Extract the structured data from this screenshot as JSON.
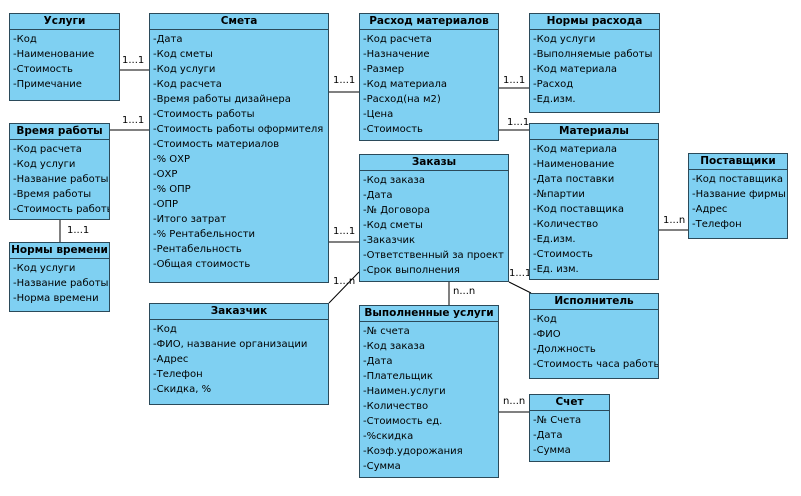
{
  "diagram": {
    "entities": {
      "uslugi": {
        "title": "Услуги",
        "attributes": [
          "-Код",
          "-Наименование",
          "-Стоимость",
          "-Примечание"
        ]
      },
      "smeta": {
        "title": "Смета",
        "attributes": [
          "-Дата",
          "-Код сметы",
          "-Код услуги",
          "-Код расчета",
          "-Время работы дизайнера",
          "-Стоимость работы",
          "-Стоимость работы оформителя",
          "-Стоимость материалов",
          "-% ОХР",
          "-ОХР",
          "-% ОПР",
          "-ОПР",
          "-Итого затрат",
          "-% Рентабельности",
          "-Рентабельность",
          "-Общая стоимость"
        ]
      },
      "rashod": {
        "title": "Расход материалов",
        "attributes": [
          "-Код расчета",
          "-Назначение",
          "-Размер",
          "-Код материала",
          "-Расход(на м2)",
          "-Цена",
          "-Стоимость"
        ]
      },
      "normy_rashoda": {
        "title": "Нормы расхода",
        "attributes": [
          "-Код услуги",
          "-Выполняемые работы",
          "-Код материала",
          "-Расход",
          "-Ед.изм."
        ]
      },
      "vremya_raboty": {
        "title": "Время работы",
        "attributes": [
          "-Код расчета",
          "-Код услуги",
          "-Название работы",
          "-Время работы",
          "-Стоимость работы"
        ]
      },
      "normy_vremeni": {
        "title": "Нормы времени",
        "attributes": [
          "-Код услуги",
          "-Название работы",
          "-Норма времени"
        ]
      },
      "zakazy": {
        "title": "Заказы",
        "attributes": [
          "-Код заказа",
          "-Дата",
          "-№ Договора",
          "-Код сметы",
          "-Заказчик",
          "-Ответственный за проект",
          "-Срок выполнения"
        ]
      },
      "materialy": {
        "title": "Материалы",
        "attributes": [
          "-Код материала",
          "-Наименование",
          "-Дата поставки",
          "-№партии",
          "-Код поставщика",
          "-Количество",
          "-Ед.изм.",
          "-Стоимость",
          "-Ед. изм."
        ]
      },
      "postavshchiki": {
        "title": "Поставщики",
        "attributes": [
          "-Код поставщика",
          "-Название фирмы",
          "-Адрес",
          "-Телефон"
        ]
      },
      "zakazchik": {
        "title": "Заказчик",
        "attributes": [
          "-Код",
          "-ФИО, название организации",
          "-Адрес",
          "-Телефон",
          "-Скидка, %"
        ]
      },
      "vypolnennye": {
        "title": "Выполненные услуги",
        "attributes": [
          "-№ счета",
          "-Код заказа",
          "-Дата",
          "-Плательщик",
          "-Наимен.услуги",
          "-Количество",
          "-Стоимость ед.",
          "-%скидка",
          "-Коэф.удорожания",
          "-Сумма"
        ]
      },
      "ispolnitel": {
        "title": "Исполнитель",
        "attributes": [
          "-Код",
          "-ФИО",
          "-Должность",
          "-Стоимость часа работы"
        ]
      },
      "schet": {
        "title": "Счет",
        "attributes": [
          "-№ Счета",
          "-Дата",
          "-Сумма"
        ]
      }
    },
    "cardinalities": {
      "uslugi_smeta": "1...1",
      "vremya_smeta": "1...1",
      "vremya_normy": "1...1",
      "smeta_rashod": "1...1",
      "rashod_normy": "1...1",
      "rashod_materialy": "1...1",
      "smeta_zakazy": "1...1",
      "zakazy_zakazchik": "1...n",
      "zakazy_vypolnennye": "n...n",
      "zakazy_ispolnitel": "1...1",
      "materialy_postavshchiki": "1...n",
      "vypolnennye_schet": "n...n"
    }
  }
}
